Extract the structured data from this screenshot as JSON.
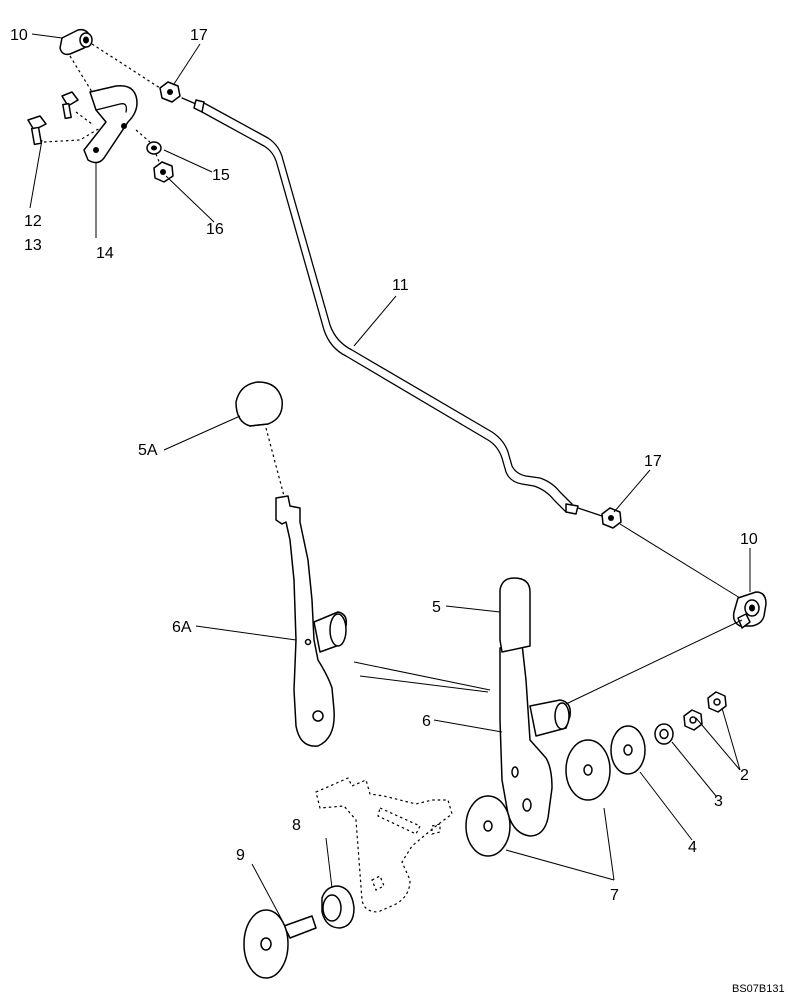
{
  "diagram": {
    "figure_code": "BS07B131",
    "callouts": {
      "c10_top": "10",
      "c17_top": "17",
      "c15": "15",
      "c16": "16",
      "c12": "12",
      "c13": "13",
      "c14": "14",
      "c11": "11",
      "c5A": "5A",
      "c17_right": "17",
      "c10_right": "10",
      "c5": "5",
      "c6A": "6A",
      "c6": "6",
      "c2": "2",
      "c3": "3",
      "c4": "4",
      "c7": "7",
      "c8": "8",
      "c9": "9"
    }
  }
}
